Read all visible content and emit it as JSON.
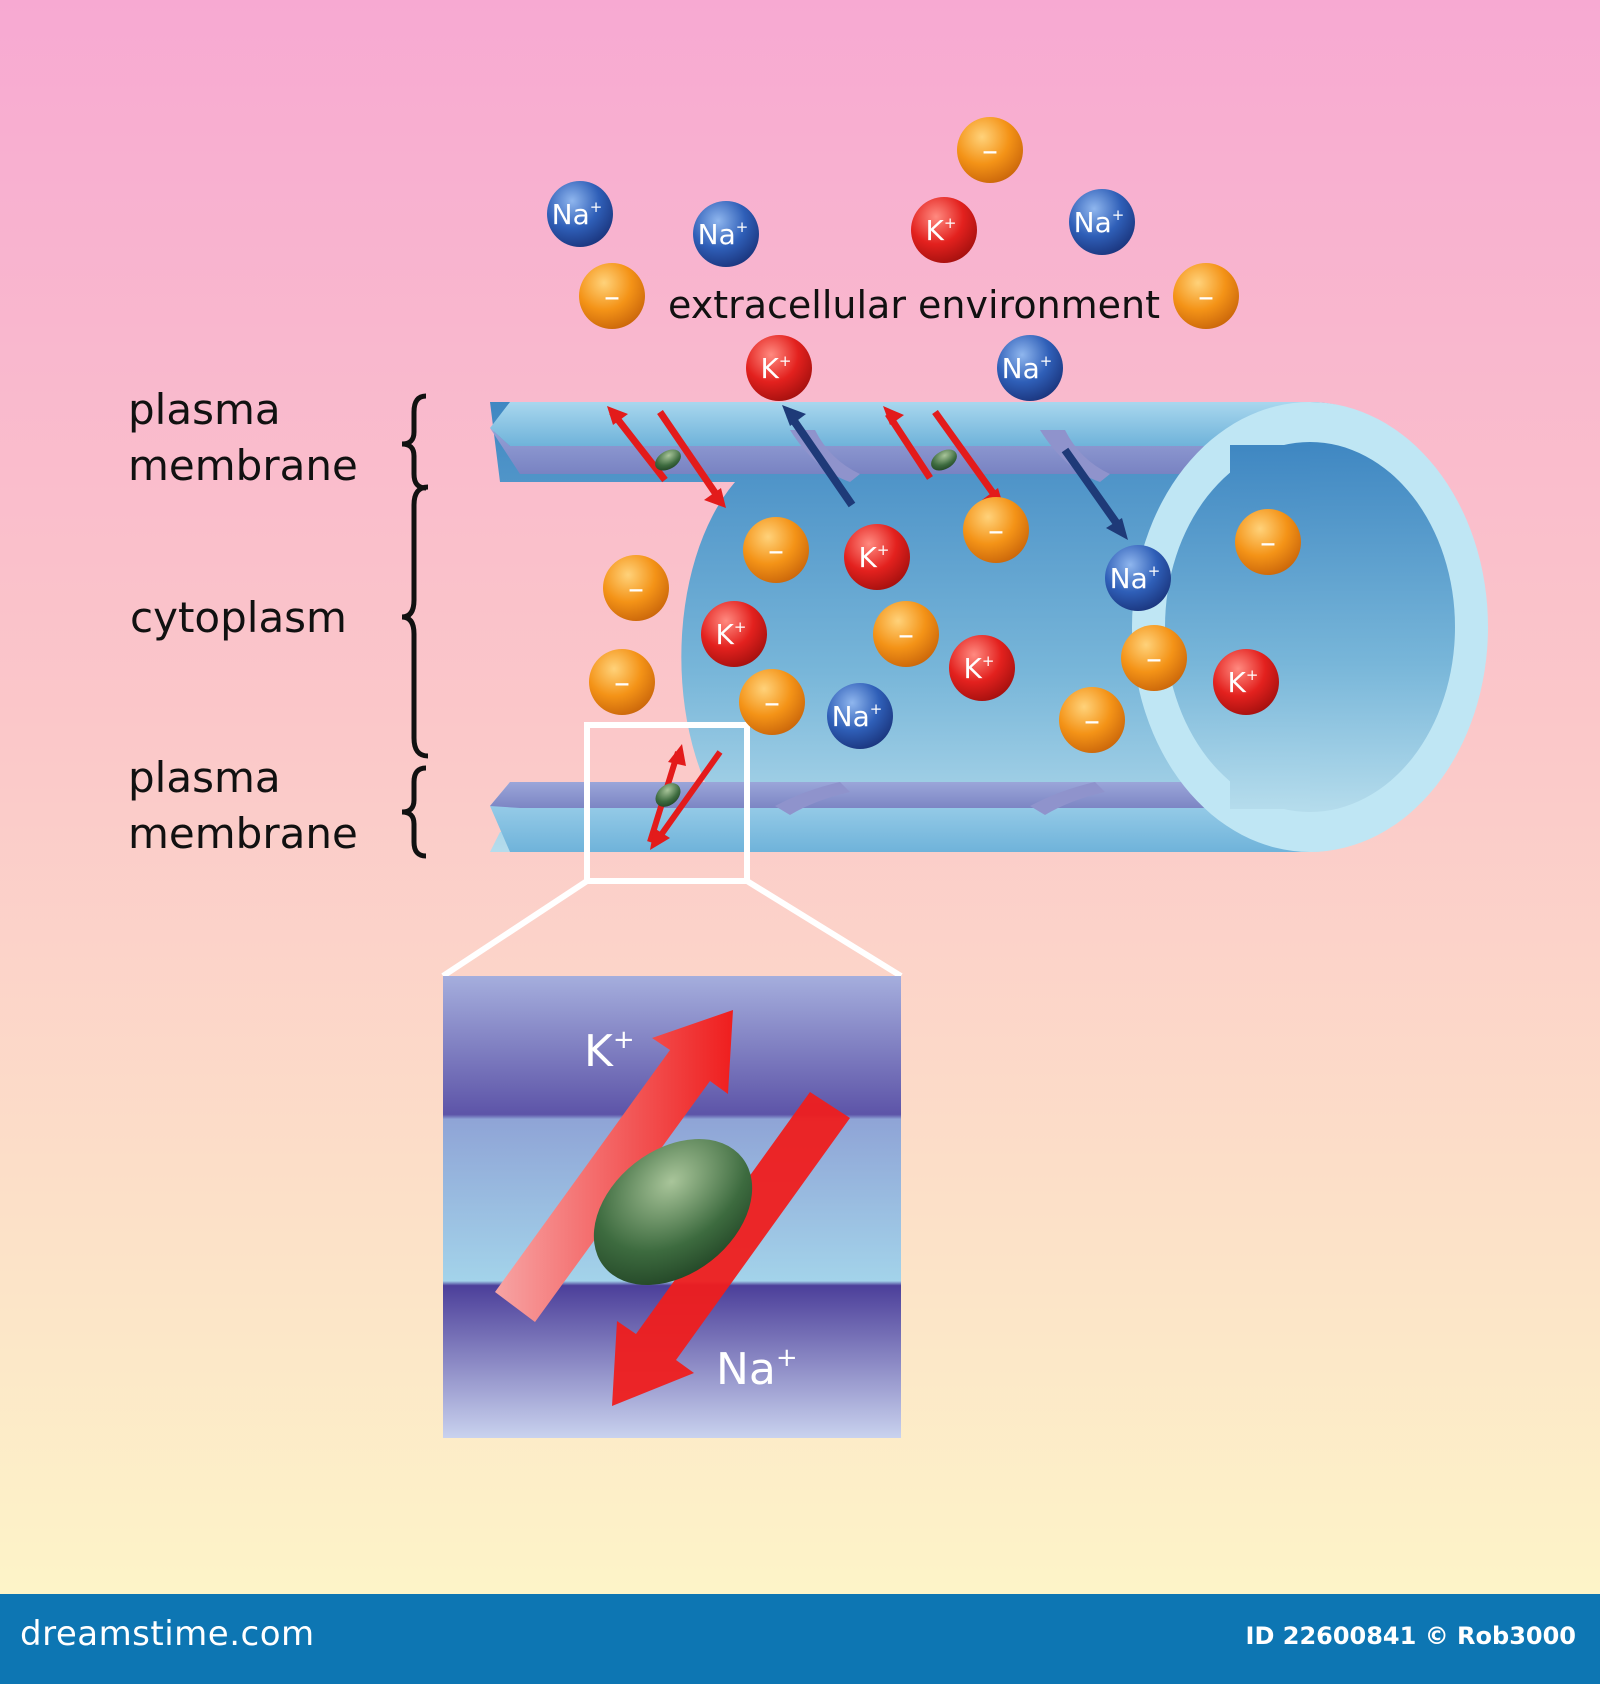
{
  "labels": {
    "extracellular": "extracellular environment",
    "membrane_top_1": "plasma",
    "membrane_top_2": "membrane",
    "cytoplasm": "cytoplasm",
    "membrane_bottom_1": "plasma",
    "membrane_bottom_2": "membrane"
  },
  "ions": {
    "na": "Na",
    "k": "K",
    "plus": "+",
    "anion": "–"
  },
  "inset": {
    "k_label": "K",
    "na_label": "Na",
    "plus": "+"
  },
  "footer": {
    "brand": "dreamstime.com",
    "credit": "ID 22600841 © Rob3000"
  },
  "colors": {
    "sodium": "#2a52a8",
    "potassium": "#e0201e",
    "anion": "#f28c16",
    "footer": "#0d76b3"
  }
}
